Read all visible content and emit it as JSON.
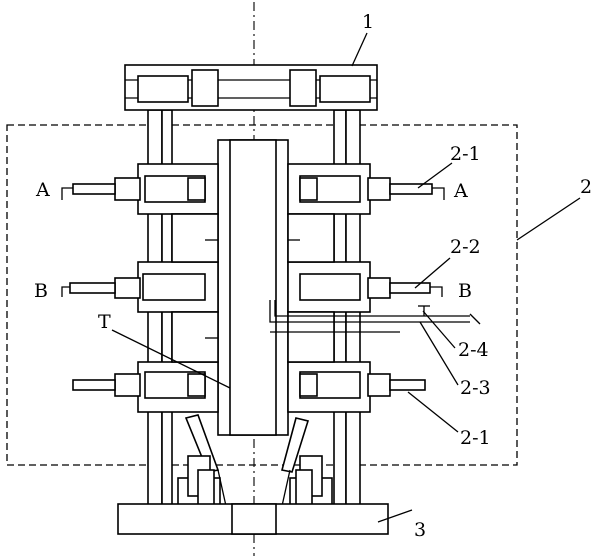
{
  "labels": {
    "top_assembly": "1",
    "frame": "2",
    "base": "3",
    "upper_unit_right": "2-1",
    "lower_unit_right": "2-1",
    "middle_unit": "2-2",
    "rail": "2-3",
    "stop": "2-4",
    "workpiece": "T",
    "section_a_left": "A",
    "section_a_right": "A",
    "section_b_left": "B",
    "section_b_right": "B"
  }
}
